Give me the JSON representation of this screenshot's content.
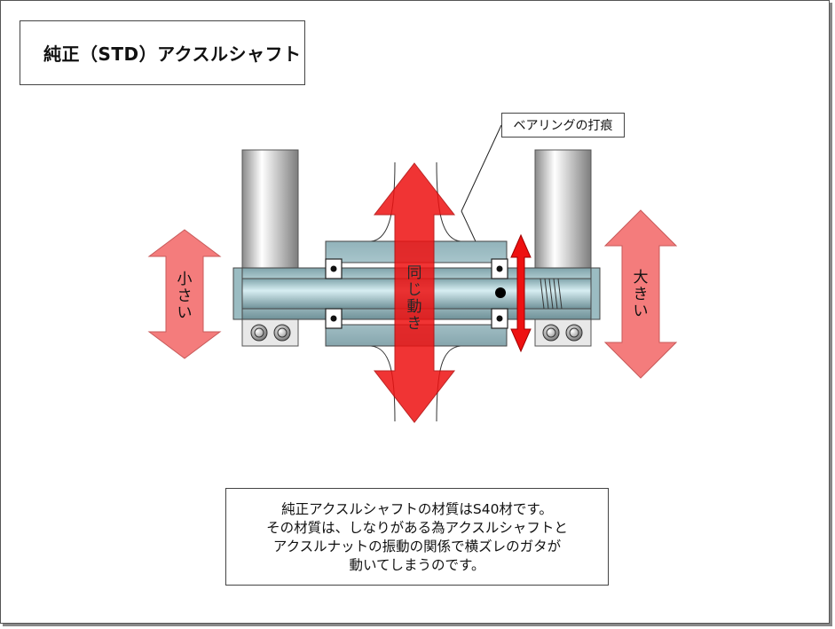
{
  "title": "純正（STD）アクスルシャフト",
  "callout": {
    "label": "ベアリングの打痕"
  },
  "labels": {
    "small": [
      "小",
      "さ",
      "い"
    ],
    "same_motion": [
      "同",
      "じ",
      "動",
      "き"
    ],
    "large": [
      "大",
      "き",
      "い"
    ]
  },
  "description": {
    "lines": [
      "純正アクスルシャフトの材質はS40材です。",
      "その材質は、しなりがある為アクスルシャフトと",
      "アクスルナットの振動の関係で横ズレのガタが",
      "動いてしまうのです。"
    ]
  },
  "colors": {
    "arrow_pink": "#f47c7c",
    "arrow_red": "#ee1111",
    "shaft": "#a9c9cf",
    "bearing_housing": "#a8c5cc",
    "fork": "#b0b0b0"
  }
}
